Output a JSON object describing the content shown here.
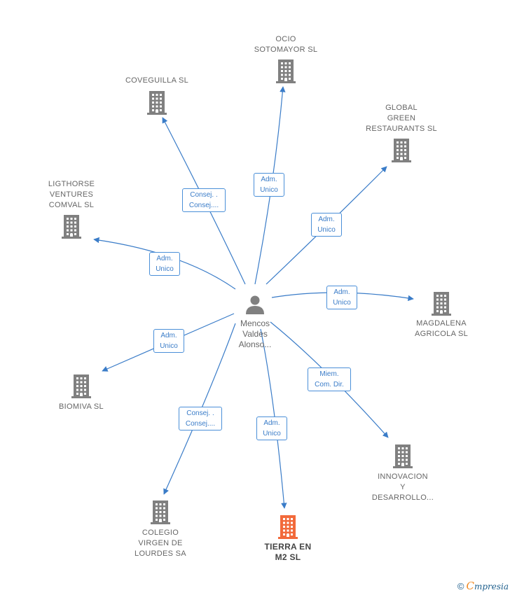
{
  "center": {
    "name_lines": [
      "Mencos",
      "Valdes",
      "Alonso..."
    ],
    "icon": "person-icon"
  },
  "companies": [
    {
      "id": "ocio-sotomayor",
      "lines": [
        "OCIO",
        "SOTOMAYOR SL"
      ],
      "icon": "building-icon",
      "color": "#808080",
      "focus": false
    },
    {
      "id": "coveguilla",
      "lines": [
        "COVEGUILLA SL"
      ],
      "icon": "building-icon",
      "color": "#808080",
      "focus": false
    },
    {
      "id": "global-green",
      "lines": [
        "GLOBAL",
        "GREEN",
        "RESTAURANTS SL"
      ],
      "icon": "building-icon",
      "color": "#808080",
      "focus": false
    },
    {
      "id": "ligthorse",
      "lines": [
        "LIGTHORSE",
        "VENTURES",
        "COMVAL SL"
      ],
      "icon": "building-icon",
      "color": "#808080",
      "focus": false
    },
    {
      "id": "magdalena",
      "lines": [
        "MAGDALENA",
        "AGRICOLA SL"
      ],
      "icon": "building-icon",
      "color": "#808080",
      "focus": false
    },
    {
      "id": "biomiva",
      "lines": [
        "BIOMIVA SL"
      ],
      "icon": "building-icon",
      "color": "#808080",
      "focus": false
    },
    {
      "id": "innovacion",
      "lines": [
        "INNOVACION",
        "Y",
        "DESARROLLO..."
      ],
      "icon": "building-icon",
      "color": "#808080",
      "focus": false
    },
    {
      "id": "colegio",
      "lines": [
        "COLEGIO",
        "VIRGEN DE",
        "LOURDES SA"
      ],
      "icon": "building-icon",
      "color": "#808080",
      "focus": false
    },
    {
      "id": "tierra",
      "lines": [
        "TIERRA EN",
        "M2  SL"
      ],
      "icon": "building-icon",
      "color": "#f26a3b",
      "focus": true
    }
  ],
  "edges": [
    {
      "to": "ocio-sotomayor",
      "lines": [
        "Adm.",
        "Unico"
      ]
    },
    {
      "to": "coveguilla",
      "lines": [
        "Consej. .",
        "Consej...."
      ]
    },
    {
      "to": "global-green",
      "lines": [
        "Adm.",
        "Unico"
      ]
    },
    {
      "to": "ligthorse",
      "lines": [
        "Adm.",
        "Unico"
      ]
    },
    {
      "to": "magdalena",
      "lines": [
        "Adm.",
        "Unico"
      ]
    },
    {
      "to": "biomiva",
      "lines": [
        "Adm.",
        "Unico"
      ]
    },
    {
      "to": "innovacion",
      "lines": [
        "Miem.",
        "Com. Dir."
      ]
    },
    {
      "to": "colegio",
      "lines": [
        "Consej. .",
        "Consej...."
      ]
    },
    {
      "to": "tierra",
      "lines": [
        "Adm.",
        "Unico"
      ]
    }
  ],
  "colors": {
    "edge": "#3a7cc8",
    "node": "#808080",
    "focus": "#f26a3b"
  },
  "footer": {
    "copyright": "©",
    "brand_first": "C",
    "brand_rest": "mpresia"
  }
}
